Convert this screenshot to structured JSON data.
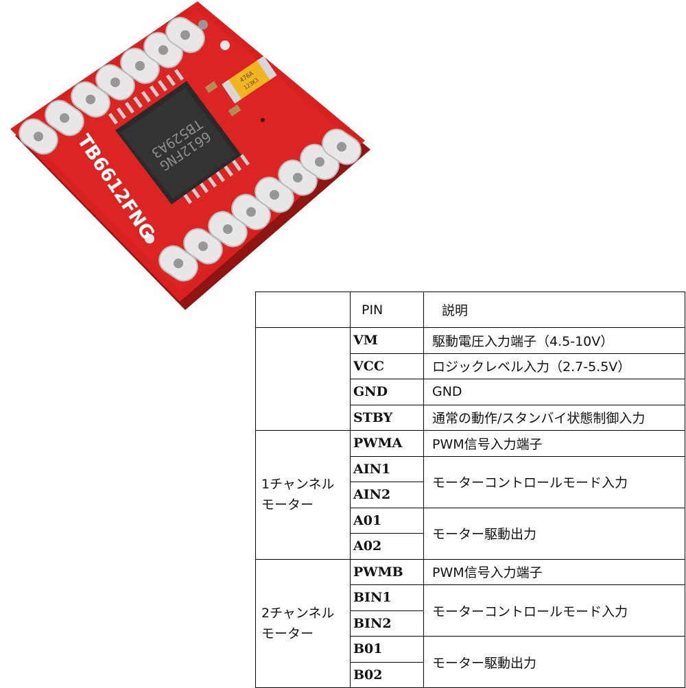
{
  "board": {
    "silkscreen_label": "TB6612FNG",
    "chip_marking_line1": "TB529A3",
    "chip_marking_line2": "6612FNG",
    "capacitor_marking_line1": "476A",
    "capacitor_marking_line2": "123K3",
    "colors": {
      "pcb": "#d8201f",
      "chip": "#2a2a2a",
      "pad": "#e8e6e6",
      "capacitor": "#f0b521"
    }
  },
  "table": {
    "header": {
      "group": "",
      "pin": "PIN",
      "description": "説明"
    },
    "groups": [
      {
        "label_line1": "",
        "label_line2": "",
        "rows": [
          {
            "pin": "VM",
            "description": "駆動電圧入力端子（4.5-10V）"
          },
          {
            "pin": "VCC",
            "description": "ロジックレベル入力（2.7-5.5V）"
          },
          {
            "pin": "GND",
            "description": "GND"
          },
          {
            "pin": "STBY",
            "description": "通常の動作/スタンバイ状態制御入力"
          }
        ]
      },
      {
        "label_line1": "1チャンネル",
        "label_line2": "モーター",
        "rows": [
          {
            "pin": "PWMA",
            "description": "PWM信号入力端子"
          },
          {
            "pin": "AIN1",
            "description": "モーターコントロールモード入力"
          },
          {
            "pin": "AIN2",
            "description": ""
          },
          {
            "pin": "A01",
            "description": "モーター駆動出力"
          },
          {
            "pin": "A02",
            "description": ""
          }
        ]
      },
      {
        "label_line1": "2チャンネル",
        "label_line2": "モーター",
        "rows": [
          {
            "pin": "PWMB",
            "description": "PWM信号入力端子"
          },
          {
            "pin": "BIN1",
            "description": "モーターコントロールモード入力"
          },
          {
            "pin": "BIN2",
            "description": ""
          },
          {
            "pin": "B01",
            "description": "モーター駆動出力"
          },
          {
            "pin": "B02",
            "description": ""
          }
        ]
      }
    ]
  }
}
